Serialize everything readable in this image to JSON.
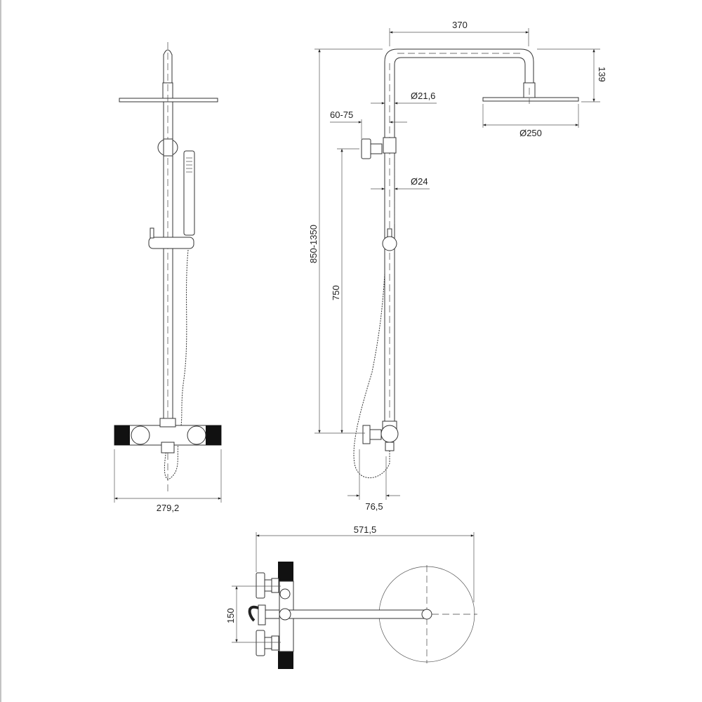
{
  "drawing": {
    "front_view": {
      "width_label": "279,2"
    },
    "side_view": {
      "arm_length_label": "370",
      "head_drop_label": "139",
      "arm_diameter_label": "Ø21,6",
      "wall_distance_label": "60-75",
      "head_diameter_label": "Ø250",
      "pipe_diameter_label": "Ø24",
      "height_range_label": "850-1350",
      "bracket_height_label": "750",
      "mixer_depth_label": "76,5"
    },
    "top_view": {
      "overall_length_label": "571,5",
      "inlet_spacing_label": "150"
    }
  }
}
